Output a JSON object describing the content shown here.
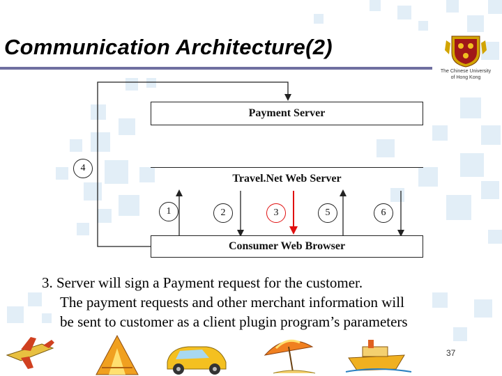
{
  "slide": {
    "title": "Communication Architecture(2)",
    "logo_text_line1": "The Chinese University",
    "logo_text_line2": "of Hong Kong",
    "page_number": "37"
  },
  "diagram": {
    "payment_server_label": "Payment Server",
    "web_server_label": "Travel.Net Web Server",
    "browser_label": "Consumer Web Browser",
    "steps": [
      "1",
      "2",
      "3",
      "4",
      "5",
      "6"
    ],
    "highlight_step": "3",
    "colors": {
      "highlight": "#e01010",
      "line": "#222222"
    }
  },
  "description": {
    "line1": "3. Server will sign a Payment request for the customer.",
    "line2": "The payment requests and other merchant information will",
    "line3": "be sent to customer as a client plugin program’s parameters"
  },
  "footer_icons": [
    "airplane-icon",
    "tent-icon",
    "car-icon",
    "beach-umbrella-icon",
    "ship-icon"
  ]
}
